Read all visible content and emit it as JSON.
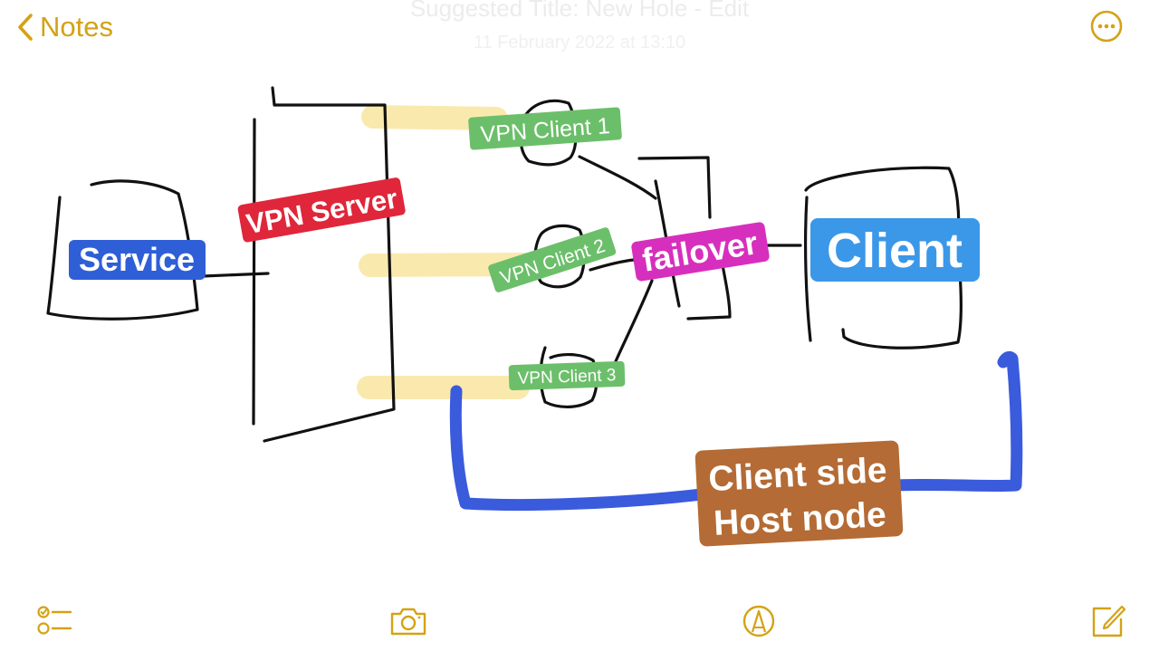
{
  "accent": "#d4a214",
  "nav": {
    "back_label": "Notes",
    "back_icon": "chevron-left-icon",
    "more_icon": "ellipsis-circle-icon"
  },
  "note": {
    "faded_title": "Suggested Title: New Hole - Edit",
    "faded_date": "11 February 2022 at 13:10"
  },
  "drawing": {
    "labels": {
      "service": "Service",
      "vpn_server": "VPN Server",
      "vpn_client_1": "VPN Client 1",
      "vpn_client_2": "VPN Client 2",
      "vpn_client_3": "VPN Client 3",
      "failover": "failover",
      "client": "Client",
      "host_line_1": "Client side",
      "host_line_2": "Host node"
    },
    "colors": {
      "service": "#2f5fd6",
      "vpn_server": "#e0263a",
      "vpn_client": "#6cbf6a",
      "failover": "#d72fbd",
      "client": "#3b97e8",
      "host_node": "#b46b35",
      "marker_line": "#3a5bdc",
      "highlighter": "#fae7a4",
      "ink": "#111111"
    }
  },
  "toolbar": {
    "checklist_icon": "checklist-icon",
    "camera_icon": "camera-icon",
    "markup_icon": "markup-pen-icon",
    "compose_icon": "compose-icon"
  }
}
